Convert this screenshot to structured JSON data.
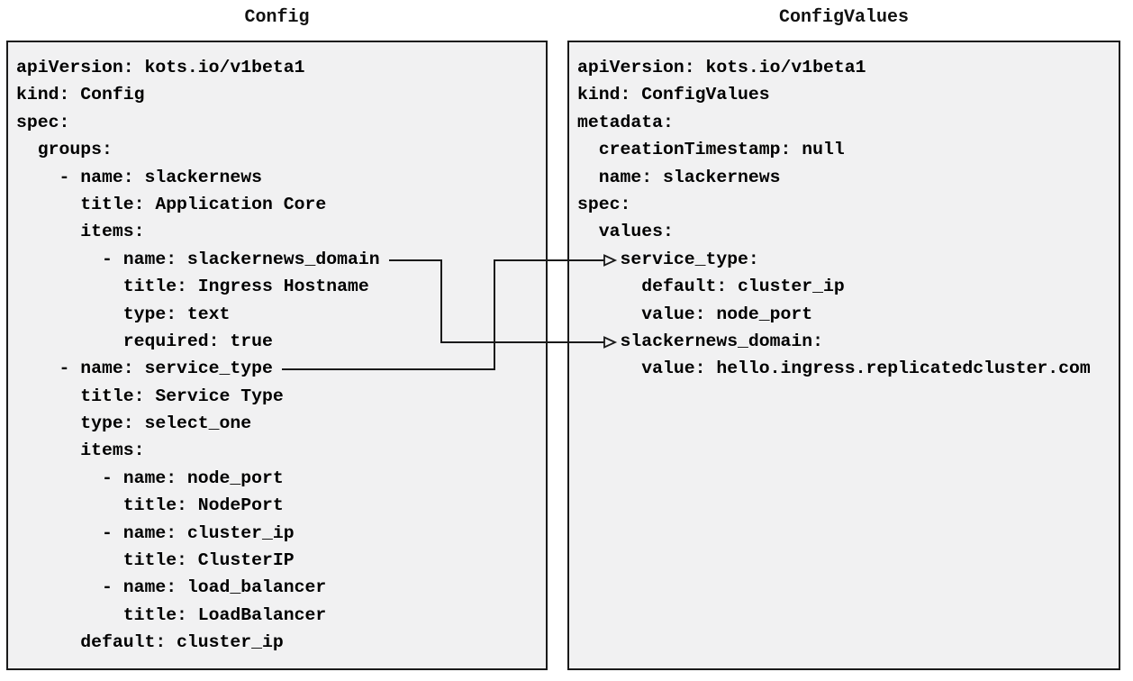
{
  "diagram": {
    "left_panel": {
      "title": "Config",
      "code_lines": [
        "apiVersion: kots.io/v1beta1",
        "kind: Config",
        "spec:",
        "  groups:",
        "    - name: slackernews",
        "      title: Application Core",
        "      items:",
        "        - name: slackernews_domain",
        "          title: Ingress Hostname",
        "          type: text",
        "          required: true",
        "    - name: service_type",
        "      title: Service Type",
        "      type: select_one",
        "      items:",
        "        - name: node_port",
        "          title: NodePort",
        "        - name: cluster_ip",
        "          title: ClusterIP",
        "        - name: load_balancer",
        "          title: LoadBalancer",
        "      default: cluster_ip"
      ]
    },
    "right_panel": {
      "title": "ConfigValues",
      "code_lines": [
        "apiVersion: kots.io/v1beta1",
        "kind: ConfigValues",
        "metadata:",
        "  creationTimestamp: null",
        "  name: slackernews",
        "spec:",
        "  values:",
        "    service_type:",
        "      default: cluster_ip",
        "      value: node_port",
        "    slackernews_domain:",
        "      value: hello.ingress.replicatedcluster.com"
      ]
    },
    "mappings": [
      {
        "from": "slackernews_domain (Config item)",
        "to": "slackernews_domain (ConfigValues value)"
      },
      {
        "from": "service_type (Config item)",
        "to": "service_type (ConfigValues value)"
      }
    ],
    "colors": {
      "panel_background": "#f1f1f2",
      "border_and_lines": "#1a1a1a",
      "text": "#000000",
      "page_background": "#ffffff"
    }
  }
}
